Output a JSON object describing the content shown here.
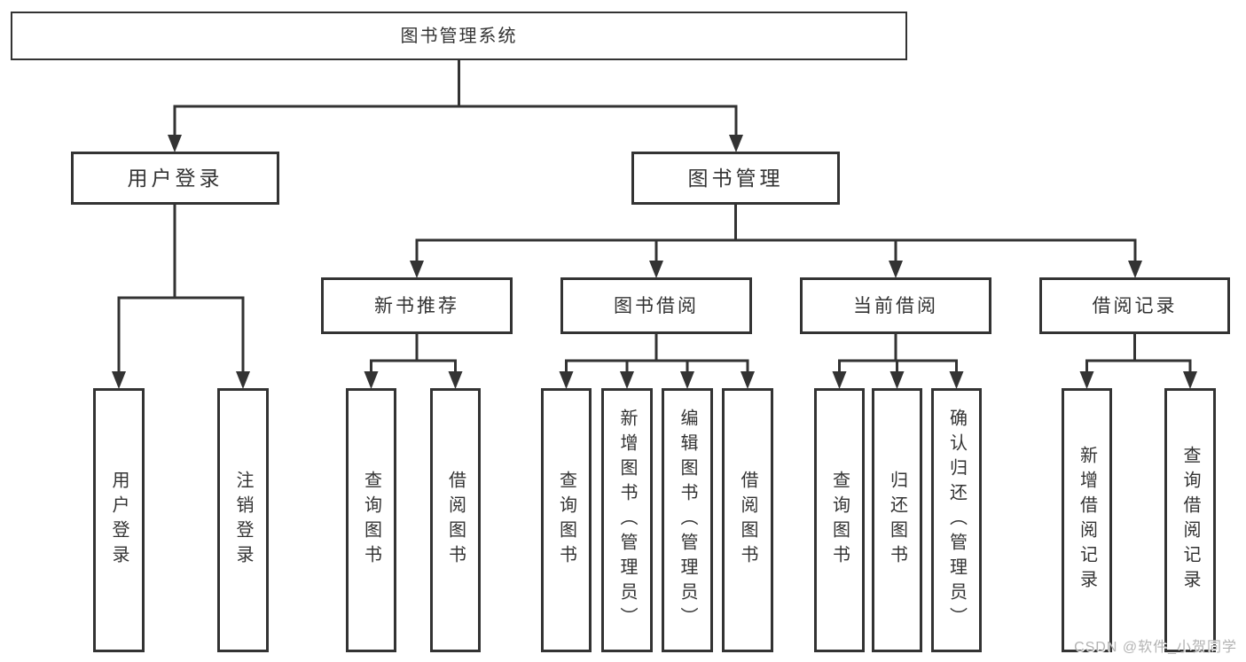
{
  "tree": {
    "root": {
      "label": "图书管理系统"
    },
    "level2": [
      {
        "label": "用户登录"
      },
      {
        "label": "图书管理"
      }
    ],
    "level3": [
      {
        "label": "新书推荐"
      },
      {
        "label": "图书借阅"
      },
      {
        "label": "当前借阅"
      },
      {
        "label": "借阅记录"
      }
    ],
    "leaves": {
      "user_login": [
        {
          "label": "用户登录"
        },
        {
          "label": "注销登录"
        }
      ],
      "new_book_recommend": [
        {
          "label": "查询图书"
        },
        {
          "label": "借阅图书"
        }
      ],
      "book_borrow": [
        {
          "label": "查询图书"
        },
        {
          "label": "新增图书（管理员）"
        },
        {
          "label": "编辑图书（管理员）"
        },
        {
          "label": "借阅图书"
        }
      ],
      "current_borrow": [
        {
          "label": "查询图书"
        },
        {
          "label": "归还图书"
        },
        {
          "label": "确认归还（管理员）"
        }
      ],
      "borrow_records": [
        {
          "label": "新增借阅记录"
        },
        {
          "label": "查询借阅记录"
        }
      ]
    }
  },
  "watermark": {
    "text": "CSDN @软件_小贺同学"
  },
  "colors": {
    "line": "#333333",
    "text": "#333333",
    "watermark": "#b3b3b3",
    "background": "#ffffff"
  }
}
